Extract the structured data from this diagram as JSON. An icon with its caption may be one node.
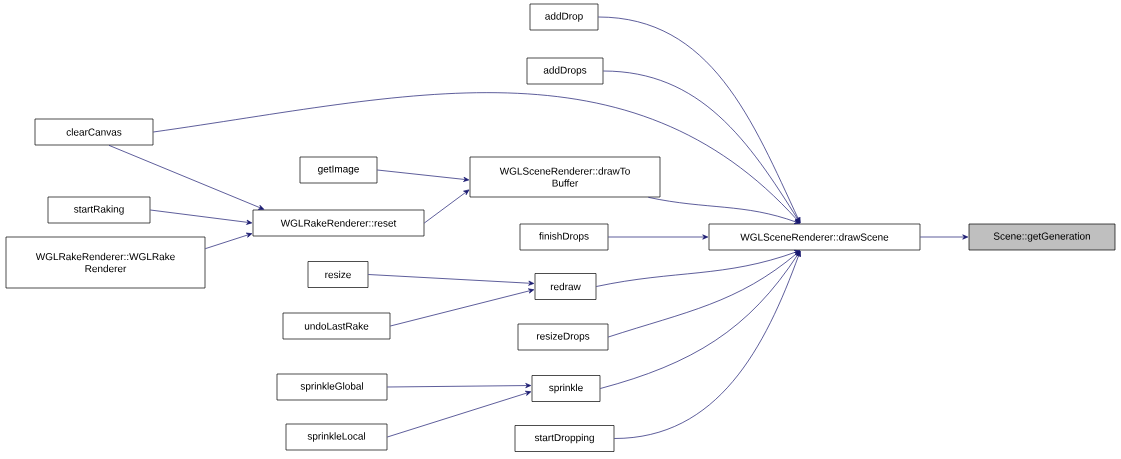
{
  "diagram": {
    "nodes": [
      {
        "text": [
          "Scene::getGeneration"
        ]
      },
      {
        "text": [
          "WGLSceneRenderer::drawScene"
        ]
      },
      {
        "text": [
          "addDrop"
        ]
      },
      {
        "text": [
          "addDrops"
        ]
      },
      {
        "text": [
          "clearCanvas"
        ]
      },
      {
        "text": [
          "WGLSceneRenderer::drawTo Buffer"
        ]
      },
      {
        "text": [
          "getImage"
        ]
      },
      {
        "text": [
          "startRaking"
        ]
      },
      {
        "text": [
          "WGLRakeRenderer::reset"
        ]
      },
      {
        "text": [
          "WGLRakeRenderer::WGLRake Renderer"
        ]
      },
      {
        "text": [
          "finishDrops"
        ]
      },
      {
        "text": [
          "resize"
        ]
      },
      {
        "text": [
          "redraw"
        ]
      },
      {
        "text": [
          "undoLastRake"
        ]
      },
      {
        "text": [
          "resizeDrops"
        ]
      },
      {
        "text": [
          "sprinkleGlobal"
        ]
      },
      {
        "text": [
          "sprinkle"
        ]
      },
      {
        "text": [
          "sprinkleLocal"
        ]
      },
      {
        "text": [
          "startDropping"
        ]
      }
    ],
    "edges": [
      {
        "from": 1,
        "to": 0,
        "arrow": "to"
      },
      {
        "from": 2,
        "to": 1,
        "arrow": "to"
      },
      {
        "from": 3,
        "to": 1,
        "arrow": "to"
      },
      {
        "from": 4,
        "to": 1,
        "arrow": "to"
      },
      {
        "from": 5,
        "to": 1,
        "arrow": "to"
      },
      {
        "from": 10,
        "to": 1,
        "arrow": "to"
      },
      {
        "from": 12,
        "to": 1,
        "arrow": "to"
      },
      {
        "from": 14,
        "to": 1,
        "arrow": "to"
      },
      {
        "from": 16,
        "to": 1,
        "arrow": "to"
      },
      {
        "from": 18,
        "to": 1,
        "arrow": "to"
      },
      {
        "from": 6,
        "to": 5,
        "arrow": "to"
      },
      {
        "from": 8,
        "to": 5,
        "arrow": "to"
      },
      {
        "from": 4,
        "to": 8,
        "arrow": "to"
      },
      {
        "from": 7,
        "to": 8,
        "arrow": "to"
      },
      {
        "from": 9,
        "to": 8,
        "arrow": "to"
      },
      {
        "from": 11,
        "to": 12,
        "arrow": "to"
      },
      {
        "from": 13,
        "to": 12,
        "arrow": "to"
      },
      {
        "from": 15,
        "to": 16,
        "arrow": "to"
      },
      {
        "from": 17,
        "to": 16,
        "arrow": "to"
      }
    ]
  }
}
